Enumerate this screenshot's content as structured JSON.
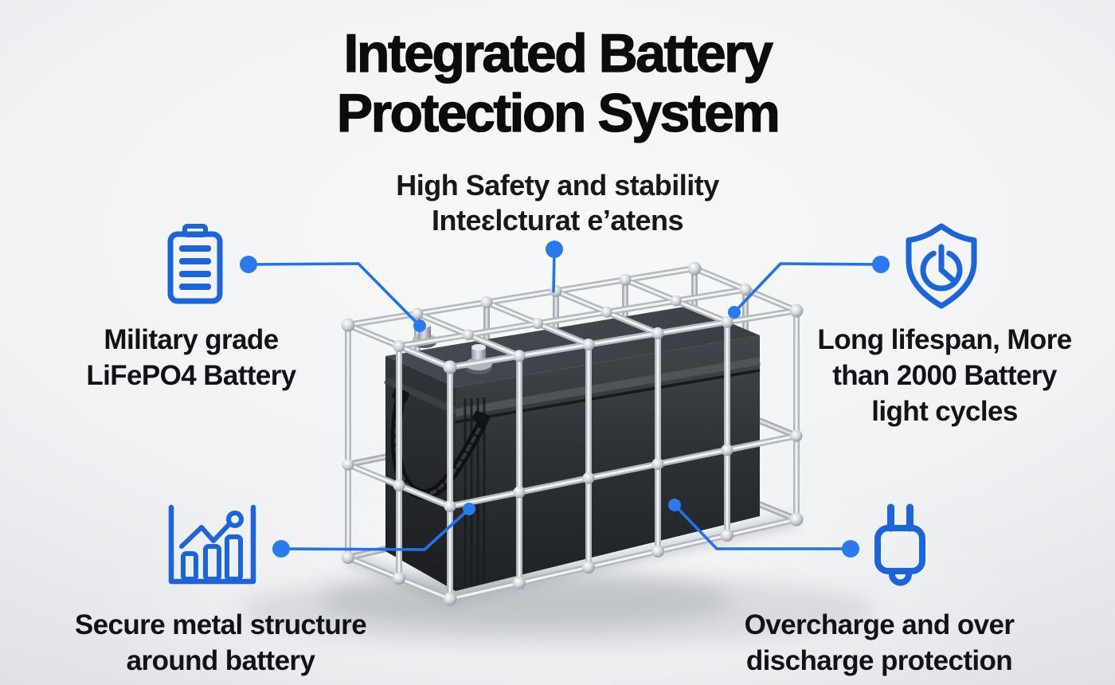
{
  "accent": {
    "icon_blue": "#1c64d9",
    "line_blue": "#2273e9",
    "dot_blue": "#2b79ee"
  },
  "title": {
    "line1": "Integrated Battery",
    "line2": "Protection System"
  },
  "subtitle": {
    "line1": "High Safety and stability",
    "line2": "Inteɛlcturat eʼatens"
  },
  "features": {
    "military": {
      "icon": "battery-icon",
      "line1": "Military grade",
      "line2": "LiFePO4 Battery"
    },
    "lifespan": {
      "icon": "shield-power-icon",
      "line1": "Long lifespan, More",
      "line2": "than 2000 Battery",
      "line3": "light cycles"
    },
    "structure": {
      "icon": "bar-chart-icon",
      "line1": "Secure metal structure",
      "line2": "around battery"
    },
    "protection": {
      "icon": "plug-icon",
      "line1": "Overcharge and over",
      "line2": "discharge protection"
    }
  }
}
